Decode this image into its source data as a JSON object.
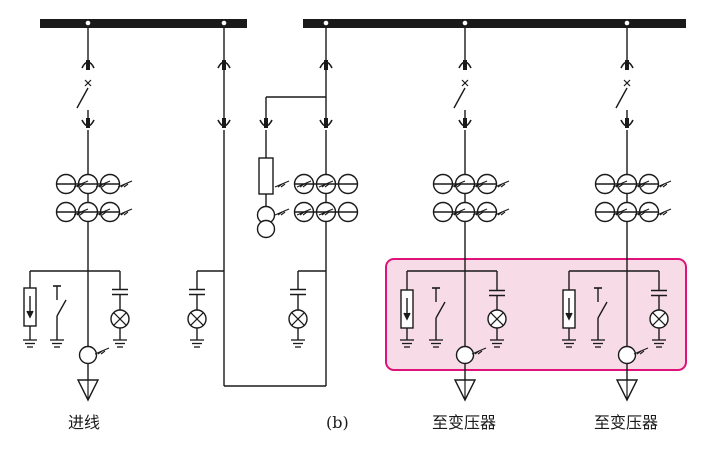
{
  "labels": {
    "incoming": "进线",
    "figure_tag": "(b)",
    "to_transformer_1": "至变压器",
    "to_transformer_2": "至变压器"
  },
  "colors": {
    "line": "#1a1a1a",
    "highlight_fill": "#f7dbe6",
    "highlight_stroke": "#e0127a"
  }
}
